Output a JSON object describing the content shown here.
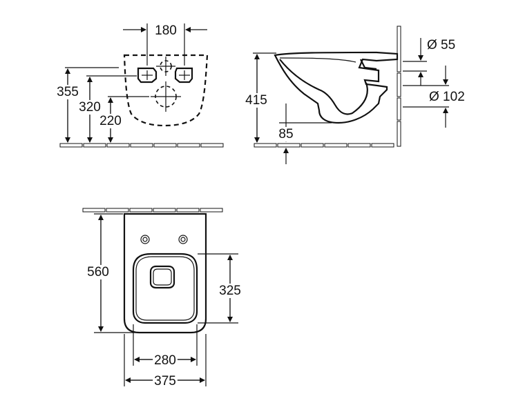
{
  "front_view": {
    "dim_180": "180",
    "dim_355": "355",
    "dim_320": "320",
    "dim_220": "220"
  },
  "side_view": {
    "dim_415": "415",
    "dim_85": "85",
    "dim_d55": "Ø 55",
    "dim_d102": "Ø 102"
  },
  "top_view": {
    "dim_560": "560",
    "dim_325": "325",
    "dim_280": "280",
    "dim_375": "375"
  }
}
